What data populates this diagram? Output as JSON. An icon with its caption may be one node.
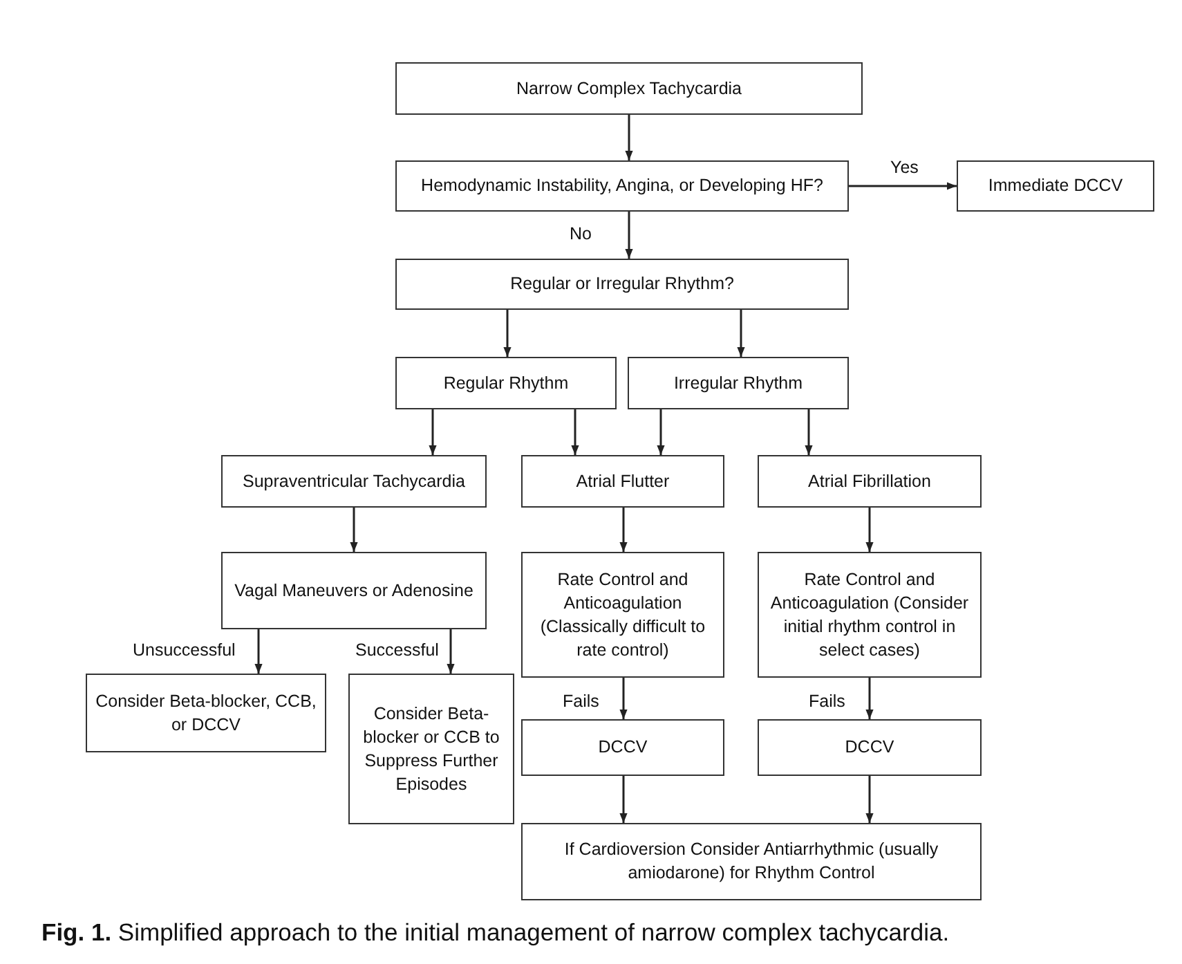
{
  "diagram": {
    "caption": "**Fig. 1.** Simplified approach to the initial management of narrow complex tachycardia.",
    "nodes": [
      {
        "text": [
          "Narrow Complex Tachycardia"
        ]
      },
      {
        "text": [
          "Hemodynamic Instability, Angina, or Developing HF?"
        ]
      },
      {
        "text": [
          "Immediate DCCV"
        ]
      },
      {
        "text": [
          "Regular or Irregular Rhythm?"
        ]
      },
      {
        "text": [
          "Regular Rhythm"
        ]
      },
      {
        "text": [
          "Irregular Rhythm"
        ]
      },
      {
        "text": [
          "Supraventricular Tachycardia"
        ]
      },
      {
        "text": [
          "Atrial Flutter"
        ]
      },
      {
        "text": [
          "Atrial Fibrillation"
        ]
      },
      {
        "text": [
          "Vagal Maneuvers or Adenosine"
        ]
      },
      {
        "text": [
          "Rate Control and Anticoagulation (Classically difficult to rate control)"
        ]
      },
      {
        "text": [
          "Rate Control and Anticoagulation (Consider initial rhythm control in select cases)"
        ]
      },
      {
        "text": [
          "Consider Beta-blocker, CCB, or DCCV"
        ]
      },
      {
        "text": [
          "Consider Beta-blocker or CCB to Suppress Further Episodes"
        ]
      },
      {
        "text": [
          "DCCV"
        ]
      },
      {
        "text": [
          "DCCV"
        ]
      },
      {
        "text": [
          "If Cardioversion Consider Antiarrhythmic (usually amiodarone) for Rhythm Control"
        ]
      }
    ],
    "edges": [
      {
        "from": 0,
        "to": 1,
        "arrow": "to"
      },
      {
        "from": 1,
        "to": 2,
        "arrow": "to",
        "label": "Yes"
      },
      {
        "from": 1,
        "to": 3,
        "arrow": "to",
        "label": "No"
      },
      {
        "from": 3,
        "to": 4,
        "arrow": "to"
      },
      {
        "from": 3,
        "to": 5,
        "arrow": "to"
      },
      {
        "from": 4,
        "to": 6,
        "arrow": "to"
      },
      {
        "from": 4,
        "to": 7,
        "arrow": "to"
      },
      {
        "from": 5,
        "to": 7,
        "arrow": "to"
      },
      {
        "from": 5,
        "to": 8,
        "arrow": "to"
      },
      {
        "from": 6,
        "to": 9,
        "arrow": "to"
      },
      {
        "from": 7,
        "to": 10,
        "arrow": "to"
      },
      {
        "from": 8,
        "to": 11,
        "arrow": "to"
      },
      {
        "from": 9,
        "to": 12,
        "arrow": "to",
        "label": "Unsuccessful"
      },
      {
        "from": 9,
        "to": 13,
        "arrow": "to",
        "label": "Successful"
      },
      {
        "from": 10,
        "to": 14,
        "arrow": "to",
        "label": "Fails"
      },
      {
        "from": 11,
        "to": 15,
        "arrow": "to",
        "label": "Fails"
      },
      {
        "from": 14,
        "to": 16,
        "arrow": "to"
      },
      {
        "from": 15,
        "to": 16,
        "arrow": "to"
      }
    ]
  }
}
